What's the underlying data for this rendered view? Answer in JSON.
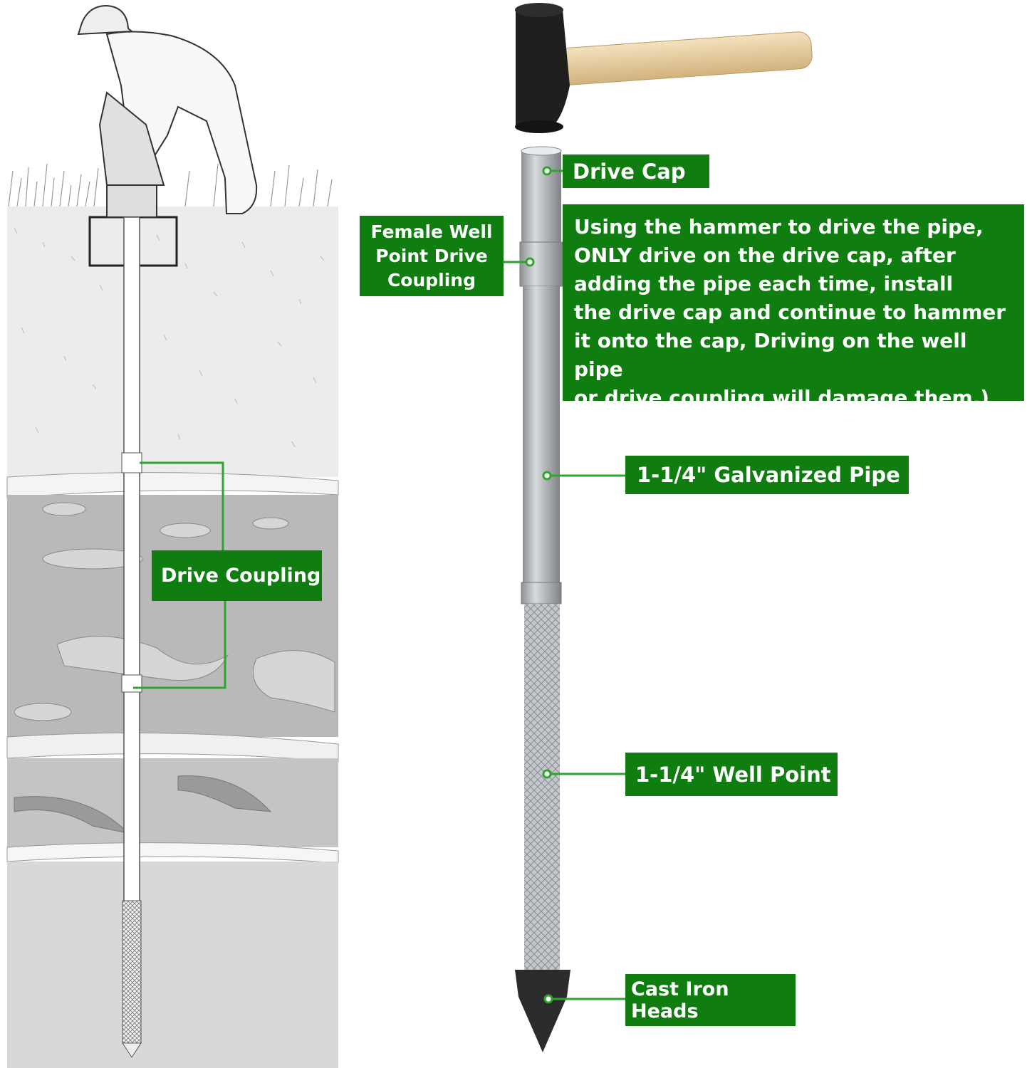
{
  "labels": {
    "drive_cap": "Drive Cap",
    "instructions": "Using the hammer to drive the pipe,\nONLY drive on the drive cap, after\nadding the pipe each time, install\nthe drive cap and continue to hammer\nit onto the cap, Driving on the well pipe\nor drive coupling will damage them.)",
    "female_coupling": "Female Well\nPoint Drive\nCoupling",
    "galvanized_pipe": "1-1/4\" Galvanized Pipe",
    "well_point": "1-1/4\" Well Point",
    "cast_iron_heads": "Cast Iron Heads",
    "drive_coupling": "Drive Coupling"
  },
  "colors": {
    "label_bg": "#0f7d0f",
    "label_text": "#ffffff",
    "leader_line": "#2ea52e",
    "steel": "#b8bcc0",
    "hammer_head": "#1e1e1e",
    "handle": "#e2c89a"
  },
  "icons": [
    "sledge-hammer-icon",
    "worker-illustration",
    "well-pipe-illustration"
  ]
}
